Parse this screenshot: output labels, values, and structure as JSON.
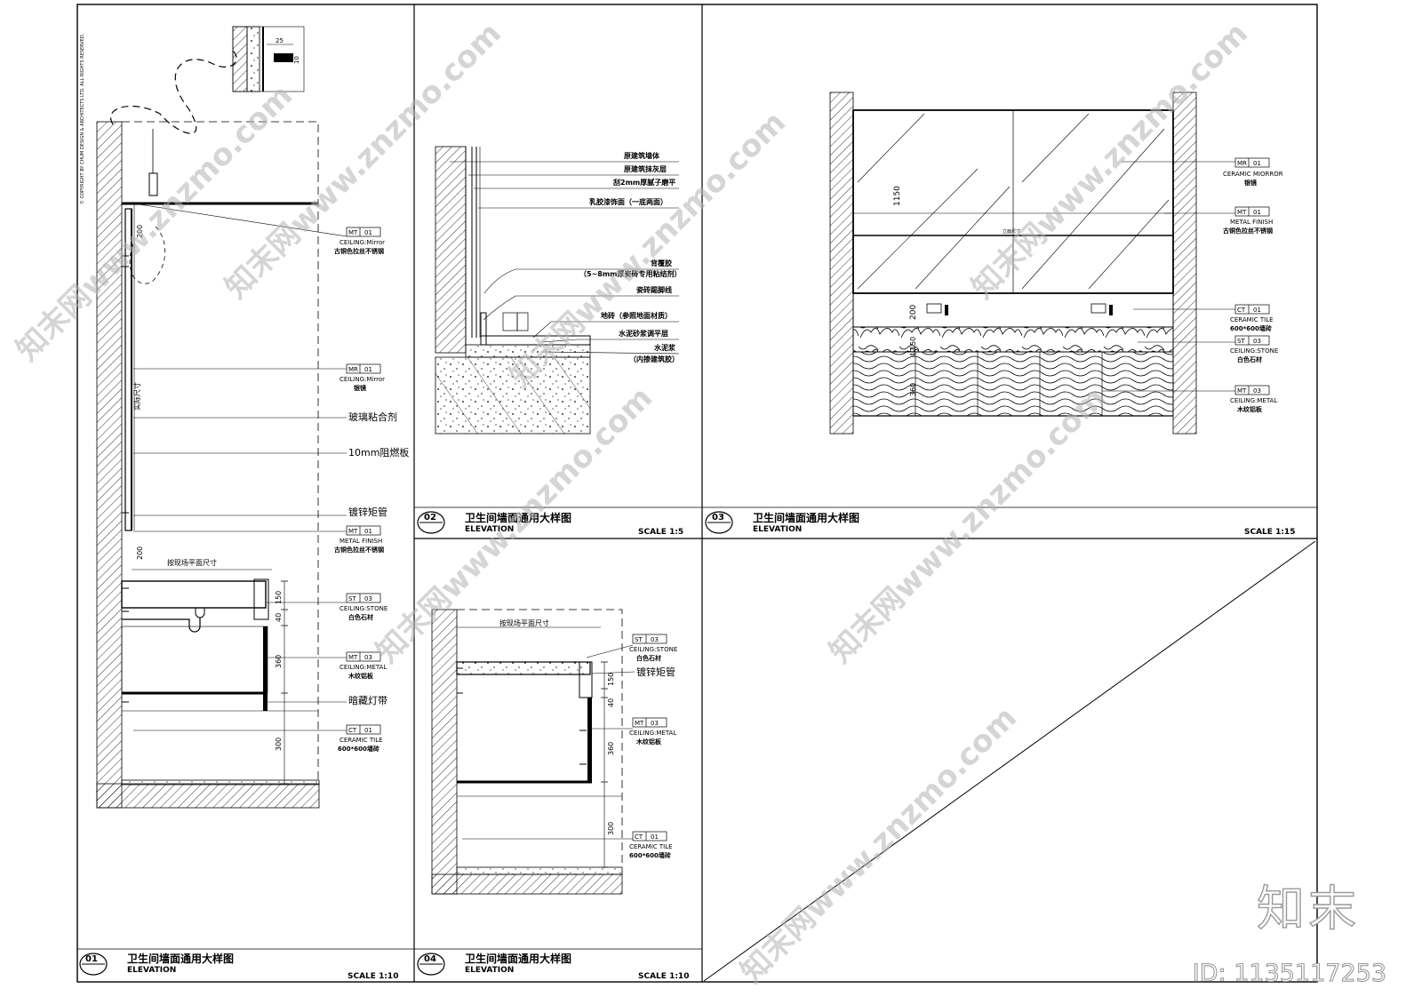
{
  "copyright": "© COPYRIGHT BY CHUM DESIGN & ARCHITECTS LTD. ALL RIGHTS RESERVED.",
  "watermark": {
    "text": "知末网www.znzmo.com",
    "brand": "知末",
    "id": "ID: 1135117253"
  },
  "panels": {
    "p01": {
      "number": "01",
      "title_cn": "卫生间墙面通用大样图",
      "title_en": "ELEVATION",
      "scale": "SCALE  1:10",
      "dims": {
        "d25": "25",
        "d10": "10",
        "d200a": "200",
        "actual": "实际尺寸",
        "d200b": "200",
        "site": "按现场平面尺寸",
        "d150": "150",
        "d40": "40",
        "d360": "360",
        "d300": "300"
      },
      "callouts": [
        {
          "code": "MT",
          "num": "01",
          "en": "CEILING:Mirror",
          "cn": "古铜色拉丝不锈钢"
        },
        {
          "code": "MR",
          "num": "01",
          "en": "CEILING:Mirror",
          "cn": "银镜"
        },
        {
          "code": "MT",
          "num": "01",
          "en": "METAL FINISH",
          "cn": "古铜色拉丝不锈钢"
        },
        {
          "code": "ST",
          "num": "03",
          "en": "CEILING:STONE",
          "cn": "白色石材"
        },
        {
          "code": "MT",
          "num": "03",
          "en": "CEILING:METAL",
          "cn": "木纹铝板"
        },
        {
          "code": "CT",
          "num": "01",
          "en": "CERAMIC TILE",
          "cn": "600*600墙砖"
        }
      ],
      "notes": {
        "glue": "玻璃粘合剂",
        "board": "10mm阻燃板",
        "tube": "镀锌矩管",
        "light": "暗藏灯带"
      }
    },
    "p02": {
      "number": "02",
      "title_cn": "卫生间墙面通用大样图",
      "title_en": "ELEVATION",
      "scale": "SCALE  1:5",
      "notes": [
        "原建筑墙体",
        "原建筑抹灰层",
        "刮2mm厚腻子磨平",
        "乳胶漆饰面（一底两面）",
        "背覆胶",
        "（5~8mm厚瓷砖专用粘结剂）",
        "瓷砖踢脚线",
        "地砖（参照地面材质）",
        "水泥砂浆调平层",
        "水泥浆",
        "（内掺建筑胶）"
      ]
    },
    "p03": {
      "number": "03",
      "title_cn": "卫生间墙面通用大样图",
      "title_en": "ELEVATION",
      "scale": "SCALE  1:15",
      "dims": {
        "d1150": "1150",
        "site": "立面尺寸",
        "d200": "200",
        "d40": "40",
        "d150": "150",
        "d360": "360"
      },
      "callouts": [
        {
          "code": "MR",
          "num": "01",
          "en": "CERAMIC MIORROR",
          "cn": "银镜"
        },
        {
          "code": "MT",
          "num": "01",
          "en": "METAL FINISH",
          "cn": "古铜色拉丝不锈钢"
        },
        {
          "code": "CT",
          "num": "01",
          "en": "CERAMIC TILE",
          "cn": "600*600墙砖"
        },
        {
          "code": "ST",
          "num": "03",
          "en": "CEILING:STONE",
          "cn": "白色石材"
        },
        {
          "code": "MT",
          "num": "03",
          "en": "CEILING:METAL",
          "cn": "木纹铝板"
        }
      ]
    },
    "p04": {
      "number": "04",
      "title_cn": "卫生间墙面通用大样图",
      "title_en": "ELEVATION",
      "scale": "SCALE  1:10",
      "dims": {
        "site": "按现场平面尺寸",
        "d150": "150",
        "d40": "40",
        "d360": "360",
        "d300": "300"
      },
      "callouts": [
        {
          "code": "ST",
          "num": "03",
          "en": "CEILING:STONE",
          "cn": "白色石材"
        },
        {
          "code": "MT",
          "num": "03",
          "en": "CEILING:METAL",
          "cn": "木纹铝板"
        },
        {
          "code": "CT",
          "num": "01",
          "en": "CERAMIC TILE",
          "cn": "600*600墙砖"
        }
      ],
      "notes": {
        "tube": "镀锌矩管"
      }
    }
  }
}
